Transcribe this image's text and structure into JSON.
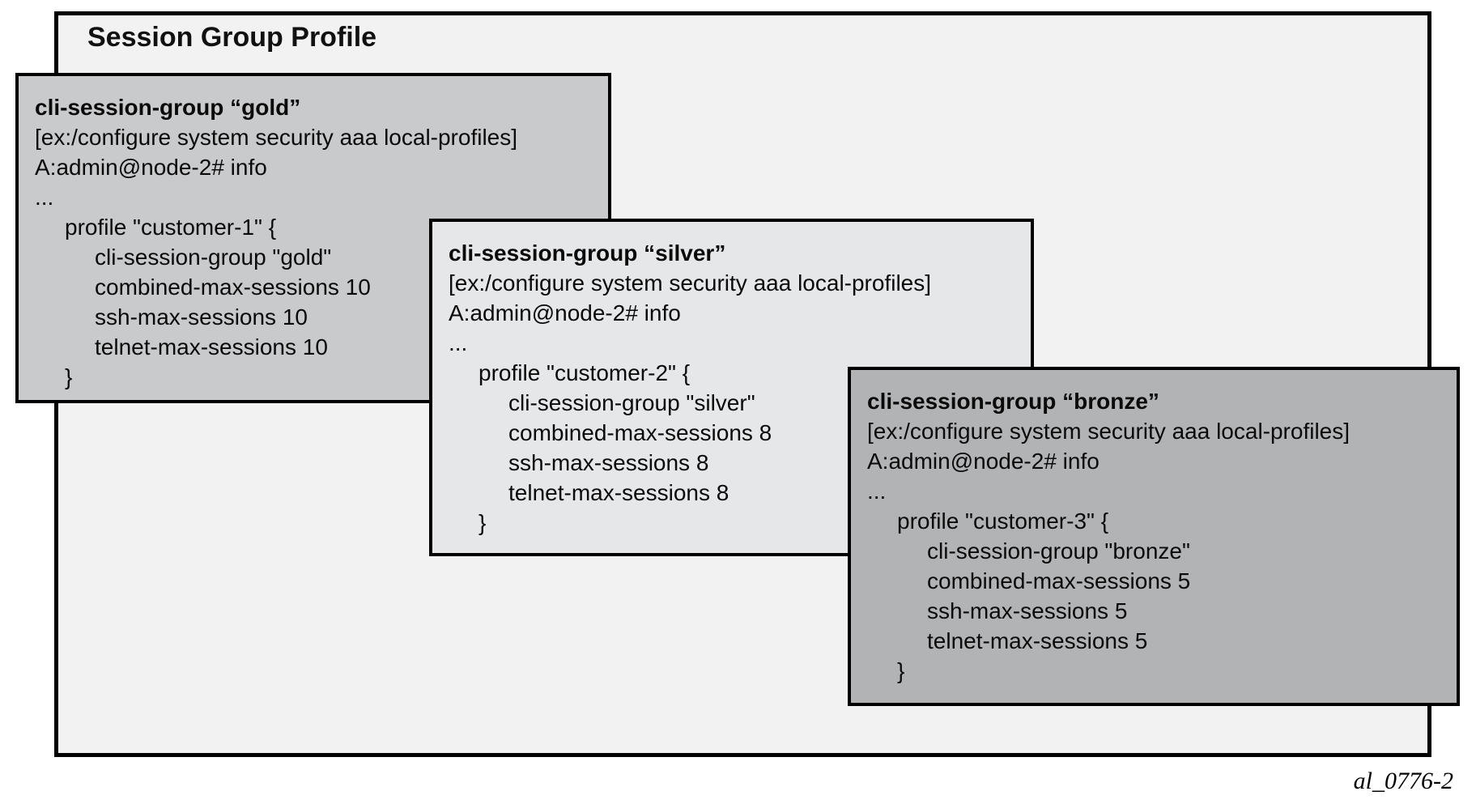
{
  "diagram": {
    "title": "Session Group Profile",
    "figure_label": "al_0776-2"
  },
  "colors": {
    "outer_background": "#f2f2f3",
    "gold_panel_background": "#c9cacc",
    "silver_panel_background": "#e6e7e9",
    "bronze_panel_background": "#b2b3b5",
    "border": "#000000",
    "text": "#0a0a0a"
  },
  "panels": [
    {
      "id": "gold",
      "heading": "cli-session-group “gold”",
      "context_line": "[ex:/configure system security aaa local-profiles]",
      "prompt_line": "A:admin@node-2# info",
      "ellipsis": "...",
      "code_lines": [
        "profile \"customer-1\" {",
        "cli-session-group \"gold\"",
        "combined-max-sessions 10",
        "ssh-max-sessions 10",
        "telnet-max-sessions 10",
        "}"
      ]
    },
    {
      "id": "silver",
      "heading": "cli-session-group “silver”",
      "context_line": "[ex:/configure system security aaa local-profiles]",
      "prompt_line": "A:admin@node-2# info",
      "ellipsis": "...",
      "code_lines": [
        "profile \"customer-2\" {",
        "cli-session-group \"silver\"",
        "combined-max-sessions 8",
        "ssh-max-sessions 8",
        "telnet-max-sessions 8",
        "}"
      ]
    },
    {
      "id": "bronze",
      "heading": "cli-session-group “bronze”",
      "context_line": "[ex:/configure system security aaa local-profiles]",
      "prompt_line": "A:admin@node-2# info",
      "ellipsis": "...",
      "code_lines": [
        "profile \"customer-3\" {",
        "cli-session-group \"bronze\"",
        "combined-max-sessions 5",
        "ssh-max-sessions 5",
        "telnet-max-sessions 5",
        "}"
      ]
    }
  ]
}
